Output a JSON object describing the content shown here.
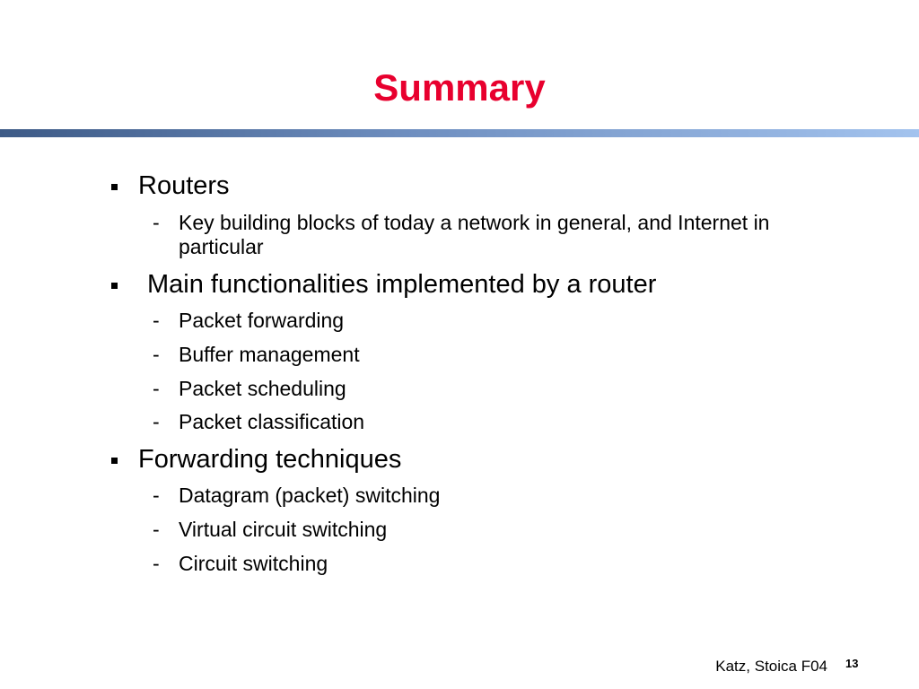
{
  "title": "Summary",
  "bullets": [
    {
      "label": "Routers",
      "subitems": [
        "Key building blocks of today a network in general, and Internet in particular"
      ]
    },
    {
      "label": " Main functionalities implemented by a router",
      "subitems": [
        "Packet forwarding",
        "Buffer management",
        "Packet scheduling",
        "Packet classification"
      ]
    },
    {
      "label": "Forwarding techniques",
      "subitems": [
        "Datagram (packet) switching",
        "Virtual circuit switching",
        "Circuit switching"
      ]
    }
  ],
  "sub_marker": "-",
  "footer": {
    "author": "Katz, Stoica F04",
    "page_number": "13"
  },
  "colors": {
    "title": "#e8002e",
    "bar_start": "#3d5a86",
    "bar_end": "#a3c3ee"
  }
}
